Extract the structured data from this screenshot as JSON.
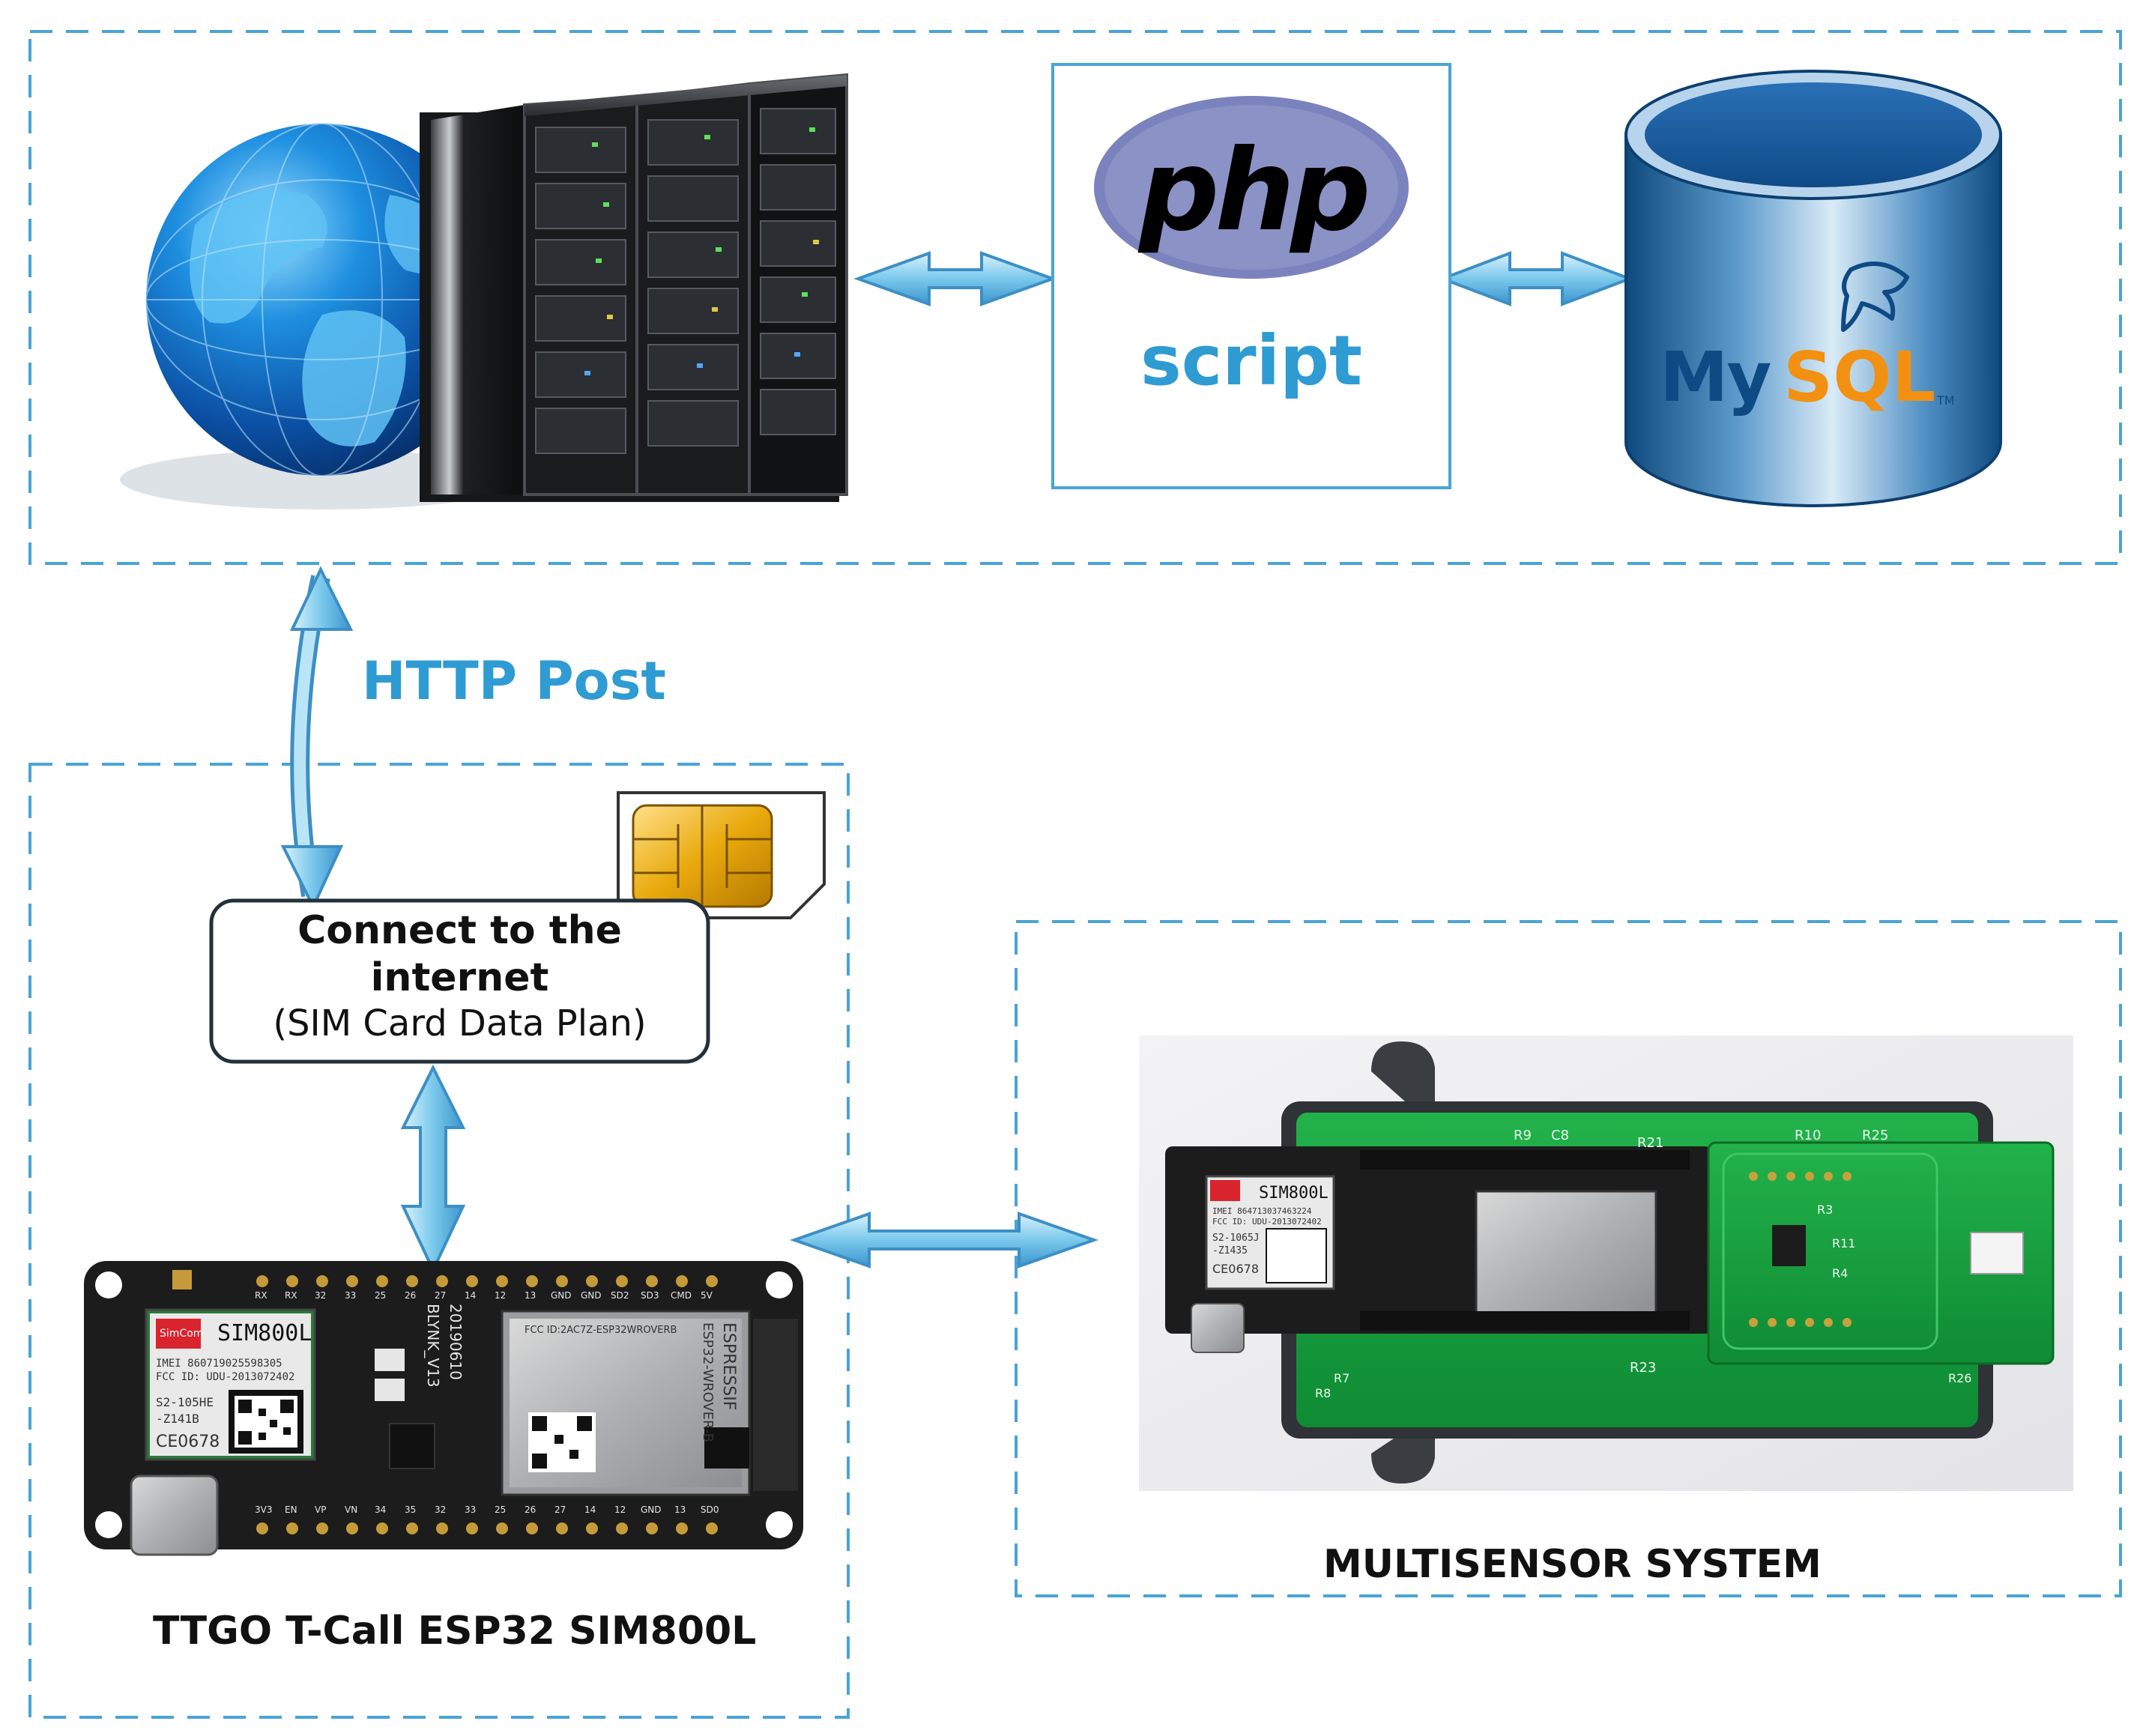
{
  "colors": {
    "dash_border": "#4aa3d6",
    "accent_text": "#2f9bd3",
    "arrow_fill": "#8fd2ee",
    "arrow_stroke": "#3d8fc4",
    "pcb_green": "#16a83d",
    "pcb_black": "#1c1c1c"
  },
  "server_group": {
    "php_logo": {
      "text": "php"
    },
    "php_caption": "script",
    "mysql_logo": {
      "text_my": "My",
      "text_sql": "SQL",
      "tm": "TM"
    }
  },
  "link_label": "HTTP Post",
  "device_group": {
    "connect_box": {
      "line1": "Connect to the",
      "line2": "internet",
      "line3": "(SIM Card Data Plan)"
    },
    "board": {
      "module_label": "SIM800L",
      "brand": "SimCom",
      "imei": "IMEI 860719025598305",
      "fcc": "FCC ID: UDU-2013072402",
      "model": "S2-105HE",
      "sub": "-Z141B",
      "ce": "CE0678",
      "board_rev": "BLYNK_V13",
      "board_date": "20190610",
      "esp_brand": "ESPRESSIF",
      "esp_model": "ESP32-WROVER-B",
      "esp_cert": "FCC ID:2AC7Z-ESP32WROVERB",
      "pins_top": [
        "RX",
        "RX",
        "32",
        "33",
        "25",
        "26",
        "27",
        "14",
        "12",
        "13",
        "GND",
        "GND",
        "SD2",
        "SD3",
        "CMD",
        "5V"
      ],
      "pins_bottom": [
        "3V3",
        "EN",
        "VP",
        "VN",
        "34",
        "35",
        "32",
        "33",
        "25",
        "26",
        "27",
        "14",
        "12",
        "GND",
        "13",
        "SD0"
      ]
    },
    "caption": "TTGO T-Call ESP32 SIM800L"
  },
  "sensor_group": {
    "caption": "MULTISENSOR SYSTEM",
    "photo": {
      "module_label": "SIM800L",
      "imei": "IMEI 864713037463224",
      "fcc": "FCC ID: UDU-2013072402",
      "model": "S2-1065J",
      "sub": "-Z1435",
      "ce": "CE0678",
      "refdes": [
        "R9",
        "C8",
        "R21",
        "R10",
        "R25",
        "R3",
        "R11",
        "R4",
        "R23",
        "R7",
        "R8",
        "R26"
      ]
    }
  }
}
